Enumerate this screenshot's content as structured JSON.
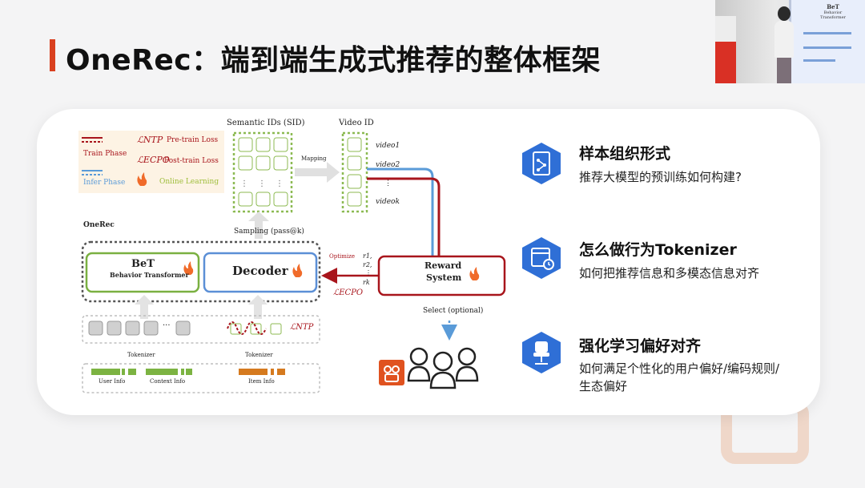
{
  "title": "OneRec：端到端生成式推荐的整体框架",
  "colors": {
    "accent": "#d9401f",
    "card_bg": "#ffffff",
    "icon_blue": "#2f6fd6",
    "green_border": "#7ab041",
    "blue_border": "#5b8fd6",
    "red_line": "#a8151c",
    "blue_line": "#5a9bd8",
    "orange": "#e0521f",
    "legend_bg": "#fdf3e4"
  },
  "webcam": {
    "screen_label_1": "BeT",
    "screen_label_2": "Behavior Transformer"
  },
  "legend": {
    "train_phase": "Train Phase",
    "infer_phase": "Infer Phase",
    "ntp_symbol": "ℒNTP",
    "ecpo_symbol": "ℒECPO",
    "pretrain_loss": "Pre-train Loss",
    "posttrain_loss": "Post-train Loss",
    "fire_icon": "fire-icon",
    "online_learning": "Online Learning"
  },
  "diagram": {
    "semantic_ids": "Semantic IDs (SID)",
    "video_id": "Video ID",
    "mapping": "Mapping",
    "video_items": [
      "video1",
      "video2",
      "⋮",
      "videok"
    ],
    "sampling": "Sampling (pass@k)",
    "onerec": "OneRec",
    "bet_title": "BeT",
    "bet_sub": "Behavior Transformer",
    "decoder": "Decoder",
    "optimize": "Optimize",
    "rewards": [
      "r1,",
      "r2,",
      "⋮",
      "rk"
    ],
    "ecpo": "ℒECPO",
    "ntp": "ℒNTP",
    "reward_system_1": "Reward",
    "reward_system_2": "System",
    "select": "Select (optional)",
    "tokenizer_1": "Tokenizer",
    "tokenizer_2": "Tokenizer",
    "ellipsis": "···",
    "user_info": "User Info",
    "context_info": "Context Info",
    "item_info": "Item Info"
  },
  "features": [
    {
      "icon": "document-flow-icon",
      "title": "样本组织形式",
      "desc": "推荐大模型的预训练如何构建?"
    },
    {
      "icon": "calendar-clock-icon",
      "title": "怎么做行为Tokenizer",
      "desc": "如何把推荐信息和多模态信息对齐"
    },
    {
      "icon": "chair-icon",
      "title": "强化学习偏好对齐",
      "desc": "如何满足个性化的用户偏好/编码规则/\n生态偏好"
    }
  ]
}
